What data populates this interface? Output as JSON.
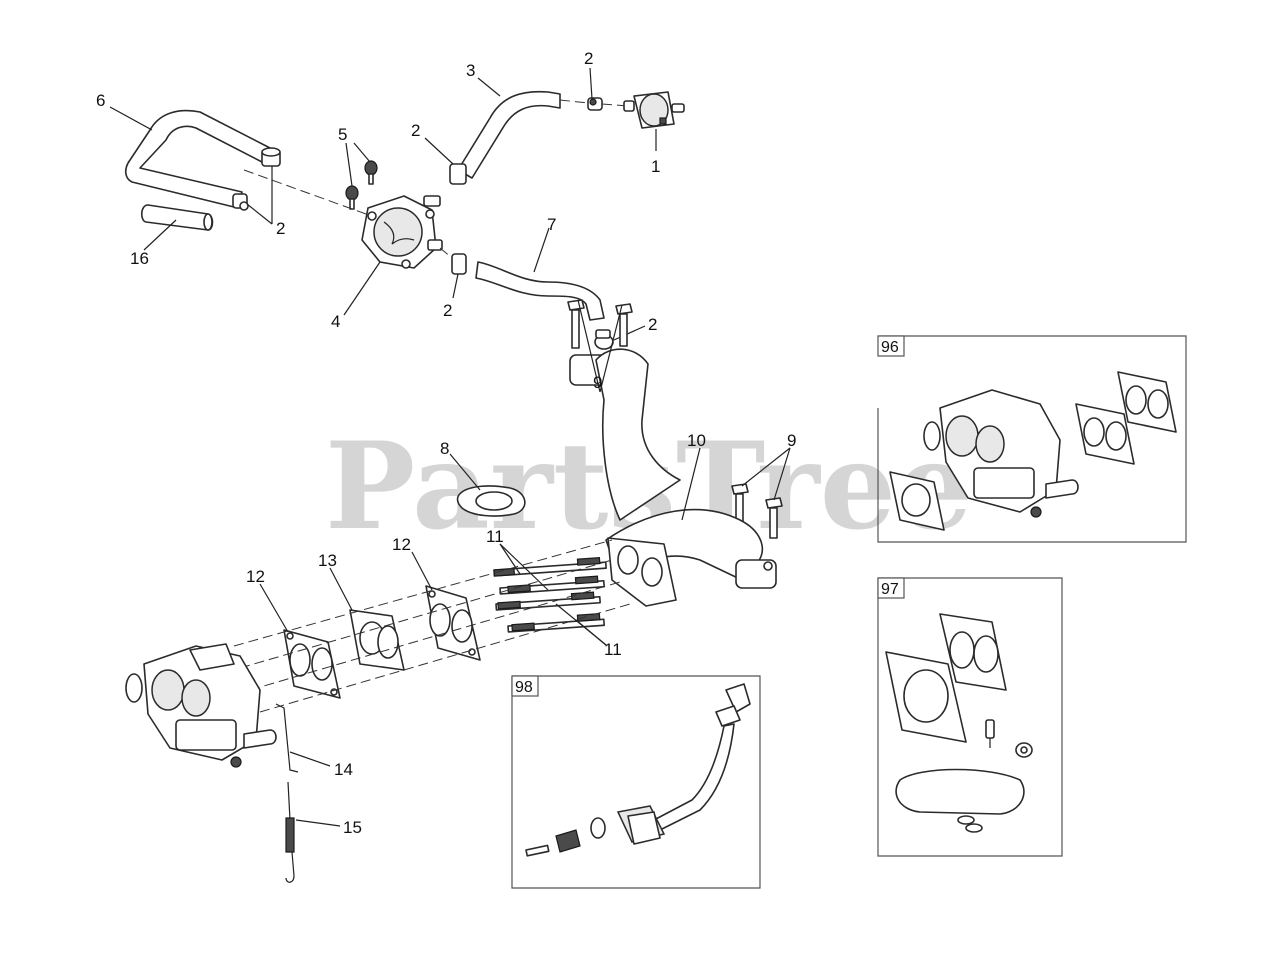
{
  "watermark": "PartsTree",
  "callouts": {
    "c1": "1",
    "c2a": "2",
    "c2b": "2",
    "c2c": "2",
    "c2d": "2",
    "c2e": "2",
    "c3": "3",
    "c4": "4",
    "c5": "5",
    "c6": "6",
    "c7": "7",
    "c8": "8",
    "c9a": "9",
    "c9b": "9",
    "c10": "10",
    "c11a": "11",
    "c11b": "11",
    "c12a": "12",
    "c12b": "12",
    "c13": "13",
    "c14": "14",
    "c15": "15",
    "c16": "16"
  },
  "kits": {
    "k96": "96",
    "k97": "97",
    "k98": "98"
  },
  "colors": {
    "line": "#2b2b2b",
    "watermark": "#c8c8c8",
    "box": "#555555"
  }
}
